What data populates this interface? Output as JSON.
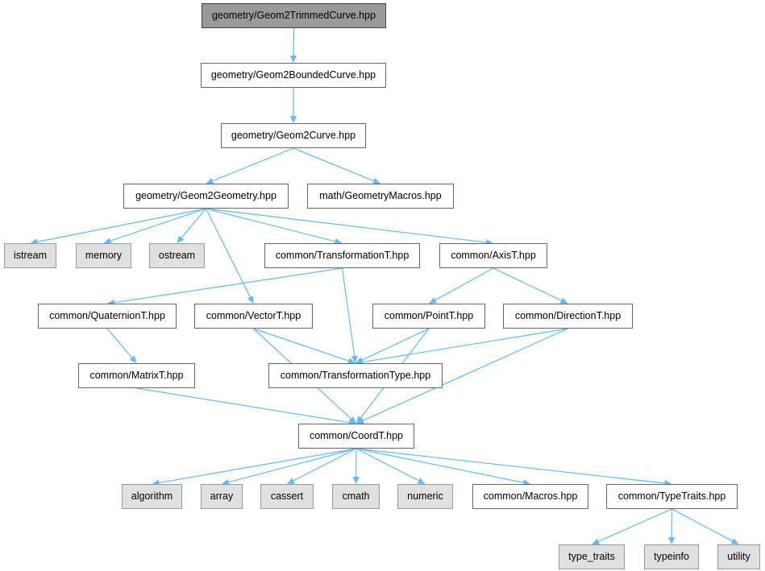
{
  "colors": {
    "edge": "#63b8ff",
    "node_border": "#666666",
    "root_fill": "#999999",
    "system_fill": "#e0e0e0"
  },
  "nodes": {
    "geom2trimmedcurve": "geometry/Geom2TrimmedCurve.hpp",
    "geom2boundedcurve": "geometry/Geom2BoundedCurve.hpp",
    "geom2curve": "geometry/Geom2Curve.hpp",
    "geom2geometry": "geometry/Geom2Geometry.hpp",
    "geometrymacros": "math/GeometryMacros.hpp",
    "istream": "istream",
    "memory": "memory",
    "ostream": "ostream",
    "transformationt": "common/TransformationT.hpp",
    "axist": "common/AxisT.hpp",
    "quaterniont": "common/QuaternionT.hpp",
    "vectort": "common/VectorT.hpp",
    "pointt": "common/PointT.hpp",
    "directiont": "common/DirectionT.hpp",
    "matrixt": "common/MatrixT.hpp",
    "transformationtype": "common/TransformationType.hpp",
    "coordt": "common/CoordT.hpp",
    "algorithm": "algorithm",
    "array": "array",
    "cassert": "cassert",
    "cmath": "cmath",
    "numeric": "numeric",
    "macros": "common/Macros.hpp",
    "typetraits": "common/TypeTraits.hpp",
    "type_traits": "type_traits",
    "typeinfo": "typeinfo",
    "utility": "utility"
  },
  "edges": [
    [
      "geom2trimmedcurve",
      "geom2boundedcurve"
    ],
    [
      "geom2boundedcurve",
      "geom2curve"
    ],
    [
      "geom2curve",
      "geom2geometry"
    ],
    [
      "geom2curve",
      "geometrymacros"
    ],
    [
      "geom2geometry",
      "istream"
    ],
    [
      "geom2geometry",
      "memory"
    ],
    [
      "geom2geometry",
      "ostream"
    ],
    [
      "geom2geometry",
      "transformationt"
    ],
    [
      "geom2geometry",
      "axist"
    ],
    [
      "geom2geometry",
      "vectort"
    ],
    [
      "transformationt",
      "quaterniont"
    ],
    [
      "transformationt",
      "transformationtype"
    ],
    [
      "axist",
      "pointt"
    ],
    [
      "axist",
      "directiont"
    ],
    [
      "quaterniont",
      "matrixt"
    ],
    [
      "vectort",
      "transformationtype"
    ],
    [
      "vectort",
      "coordt"
    ],
    [
      "pointt",
      "transformationtype"
    ],
    [
      "pointt",
      "coordt"
    ],
    [
      "directiont",
      "transformationtype"
    ],
    [
      "directiont",
      "coordt"
    ],
    [
      "matrixt",
      "coordt"
    ],
    [
      "coordt",
      "algorithm"
    ],
    [
      "coordt",
      "array"
    ],
    [
      "coordt",
      "cassert"
    ],
    [
      "coordt",
      "cmath"
    ],
    [
      "coordt",
      "numeric"
    ],
    [
      "coordt",
      "macros"
    ],
    [
      "coordt",
      "typetraits"
    ],
    [
      "typetraits",
      "type_traits"
    ],
    [
      "typetraits",
      "typeinfo"
    ],
    [
      "typetraits",
      "utility"
    ]
  ]
}
